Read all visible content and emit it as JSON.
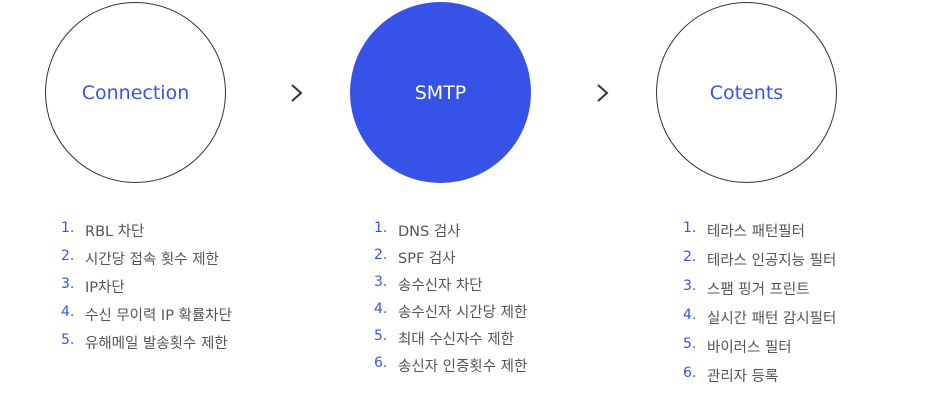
{
  "steps": [
    {
      "title": "Connection",
      "items": [
        "RBL 차단",
        "시간당 접속 횟수 제한",
        "IP차단",
        "수신 무이력 IP 확률차단",
        "유해메일 발송횟수 제한"
      ]
    },
    {
      "title": "SMTP",
      "items": [
        "DNS 검사",
        "SPF 검사",
        "송수신자 차단",
        "송수신자 시간당 제한",
        "최대 수신자수 제한",
        "송신자 인증횟수 제한"
      ]
    },
    {
      "title": "Cotents",
      "items": [
        "테라스 패턴필터",
        "테라스 인공지능 필터",
        "스팸 핑거 프린트",
        "실시간 패턴 감시필터",
        "바이러스 필터",
        "관리자 등록"
      ]
    }
  ],
  "numbers": [
    "1.",
    "2.",
    "3.",
    "4.",
    "5.",
    "6."
  ],
  "colors": {
    "accent": "#3752e6",
    "outline": "#333333",
    "list_text": "#555555"
  },
  "icons": [
    "chevron-right-icon",
    "chevron-right-icon"
  ]
}
